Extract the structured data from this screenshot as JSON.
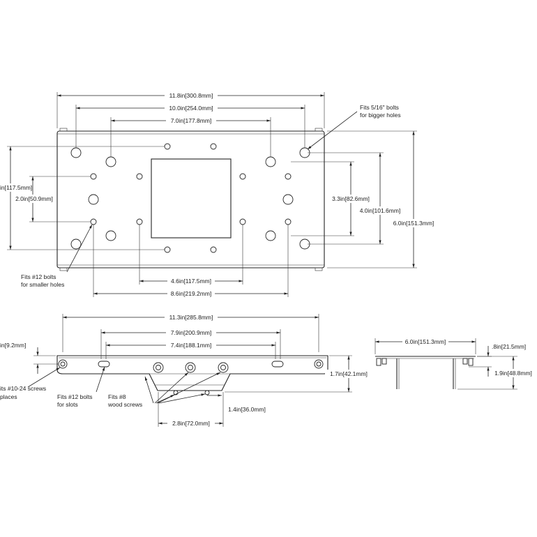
{
  "top_view": {
    "overall_width": "11.8in[300.8mm]",
    "bolt_span_outer": "10.0in[254.0mm]",
    "bolt_span_inner": "7.0in[177.8mm]",
    "left_height_partial": "in[117.5mm]",
    "left_hole_spacing": "2.0in[50.9mm]",
    "right_hole_spacing": "3.3in[82.6mm]",
    "right_height_mid": "4.0in[101.6mm]",
    "overall_height": "6.0in[151.3mm]",
    "bottom_span_inner": "4.6in[117.5mm]",
    "bottom_span_outer": "8.6in[219.2mm]",
    "note_bigger_holes": [
      "Fits 5/16\" bolts",
      "for bigger holes"
    ],
    "note_smaller_holes": [
      "Fits #12 bolts",
      "for smaller holes"
    ]
  },
  "front_view": {
    "overall_width": "11.3in[285.8mm]",
    "slot_span_outer": "7.9in[200.9mm]",
    "slot_span_inner": "7.4in[188.1mm]",
    "left_offset": "in[9.2mm]",
    "height": "1.7in[42.1mm]",
    "screw_offset": "1.4in[36.0mm]",
    "screw_spacing": "2.8in[72.0mm]",
    "note_screws": [
      "its #10-24 screws",
      "places"
    ],
    "note_slots": [
      "Fits #12 bolts",
      "for slots"
    ],
    "note_wood": [
      "Fits #8",
      "wood screws"
    ]
  },
  "side_view": {
    "width": "6.0in[151.3mm]",
    "flange": ".8in[21.5mm]",
    "height": "1.9in[48.8mm]"
  }
}
